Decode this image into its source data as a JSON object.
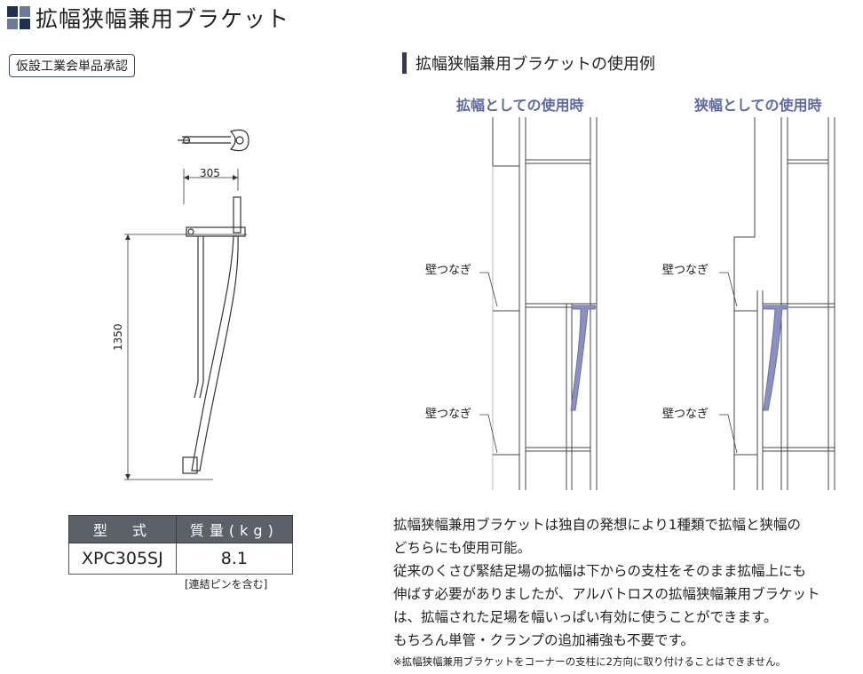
{
  "page": {
    "title": "拡幅狭幅兼用ブラケット",
    "approval_badge": "仮設工業会単品承認",
    "usage_heading": "拡幅狭幅兼用ブラケットの使用例"
  },
  "diagram": {
    "dim_width": "305",
    "dim_height": "1350",
    "case_wide": "拡幅としての使用時",
    "case_narrow": "狭幅としての使用時",
    "wall_tie": "壁つなぎ"
  },
  "spec_table": {
    "headers": [
      "型　式",
      "質量(kg)"
    ],
    "rows": [
      [
        "XPC305SJ",
        "8.1"
      ]
    ],
    "note": "[連結ピンを含む]"
  },
  "description": {
    "lines": [
      "拡幅狭幅兼用ブラケットは独自の発想により1種類で拡幅と狭幅の",
      "どちらにも使用可能。",
      "従来のくさび緊結足場の拡幅は下からの支柱をそのまま拡幅上にも",
      "伸ばす必要がありましたが、アルバトロスの拡幅狭幅兼用ブラケット",
      "は、拡幅された足場を幅いっぱい有効に使うことができます。",
      "もちろん単管・クランプの追加補強も不要です。"
    ],
    "footnote": "※拡幅狭幅兼用ブラケットをコーナーの支柱に2方向に取り付けることはできません。"
  },
  "colors": {
    "bracket_highlight": "#8a8fc4",
    "heading_blue": "#5b69a6",
    "table_header": "#5c6069"
  }
}
